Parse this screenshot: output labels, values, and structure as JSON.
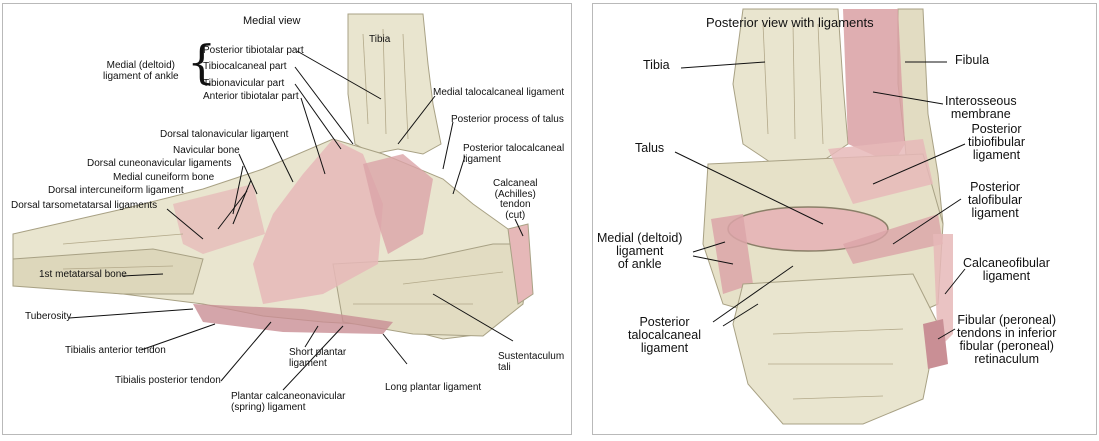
{
  "left_panel": {
    "labels": {
      "title": "Medial view",
      "tibia": "Tibia",
      "deltoid": "Medial (deltoid)\nligament of ankle",
      "post_tibiotalar": "Posterior tibiotalar part",
      "tibiocalcaneal": "Tibiocalcaneal part",
      "tibionavicular": "Tibionavicular part",
      "ant_tibiotalar": "Anterior tibiotalar part",
      "med_talocalcaneal": "Medial talocalcaneal ligament",
      "post_process": "Posterior process of talus",
      "post_talocalcaneal": "Posterior talocalcaneal\nligament",
      "calcaneal_tendon": "Calcaneal\n(Achilles)\ntendon\n(cut)",
      "dorsal_talonavicular": "Dorsal talonavicular ligament",
      "navicular": "Navicular bone",
      "dorsal_cuneonavicular": "Dorsal cuneonavicular ligaments",
      "medial_cuneiform": "Medial cuneiform bone",
      "dorsal_intercuneiform": "Dorsal intercuneiform ligament",
      "dorsal_tarsometatarsal": "Dorsal tarsometatarsal ligaments",
      "first_metatarsal": "1st metatarsal bone",
      "tuberosity": "Tuberosity",
      "tib_ant_tendon": "Tibialis anterior tendon",
      "tib_post_tendon": "Tibialis posterior tendon",
      "short_plantar": "Short plantar\nligament",
      "long_plantar": "Long plantar ligament",
      "sustentaculum": "Sustentaculum\ntali",
      "plantar_calcaneonavicular": "Plantar calcaneonavicular\n(spring) ligament"
    }
  },
  "right_panel": {
    "labels": {
      "title": "Posterior view with ligaments",
      "tibia": "Tibia",
      "fibula": "Fibula",
      "interosseous": "Interosseous\nmembrane",
      "post_tibiofibular": "Posterior\ntibiofibular\nligament",
      "talus": "Talus",
      "post_talofibular": "Posterior\ntalofibular\nligament",
      "deltoid": "Medial (deltoid)\nligament\nof ankle",
      "calcaneofibular": "Calcaneofibular\nligament",
      "post_talocalcaneal": "Posterior\ntalocalcaneal\nligament",
      "fibular_tendons": "Fibular (peroneal)\ntendons in inferior\nfibular (peroneal)\nretinaculum"
    }
  },
  "colors": {
    "bone": "#e9e5cf",
    "bone_shade": "#c9c3a6",
    "ligament": "#e6b8b8",
    "ligament_dark": "#c98f95",
    "line": "#111111"
  }
}
